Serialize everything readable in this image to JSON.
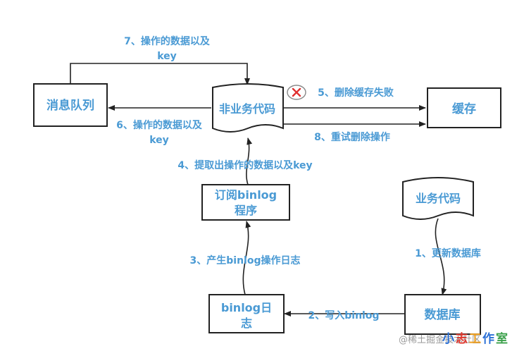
{
  "nodes": {
    "mq": "消息队列",
    "biz_code_top": "非业务代码",
    "cache": "缓存",
    "sub_line1": "订阅binlog",
    "sub_line2": "程序",
    "biz_code": "业务代码",
    "binlog_line1": "binlog日",
    "binlog_line2": "志",
    "db": "数据库"
  },
  "edges": {
    "e7_line1": "7、操作的数据以及",
    "e7_line2": "key",
    "e6_line1": "6、操作的数据以及",
    "e6_line2": "key",
    "e5": "5、删除缓存失败",
    "e8": "8、重试删除操作",
    "e4": "4、提取出操作的数据以及key",
    "e3": "3、产生binlog操作日志",
    "e1": "1、更新数据库",
    "e2": "2、写入binlog"
  },
  "watermark": {
    "gray_text": "@稀土掘金技术社区",
    "brand": [
      "小",
      "志",
      "工",
      "作",
      "室"
    ]
  },
  "colors": {
    "label": "#4a9ad4",
    "stroke": "#222222",
    "fail_badge": "#e03030",
    "brand": [
      "#2a6fd6",
      "#e0352b",
      "#f0a020",
      "#2a6fd6",
      "#3aa04a"
    ]
  },
  "icons": {
    "fail": "x-circle-icon"
  }
}
